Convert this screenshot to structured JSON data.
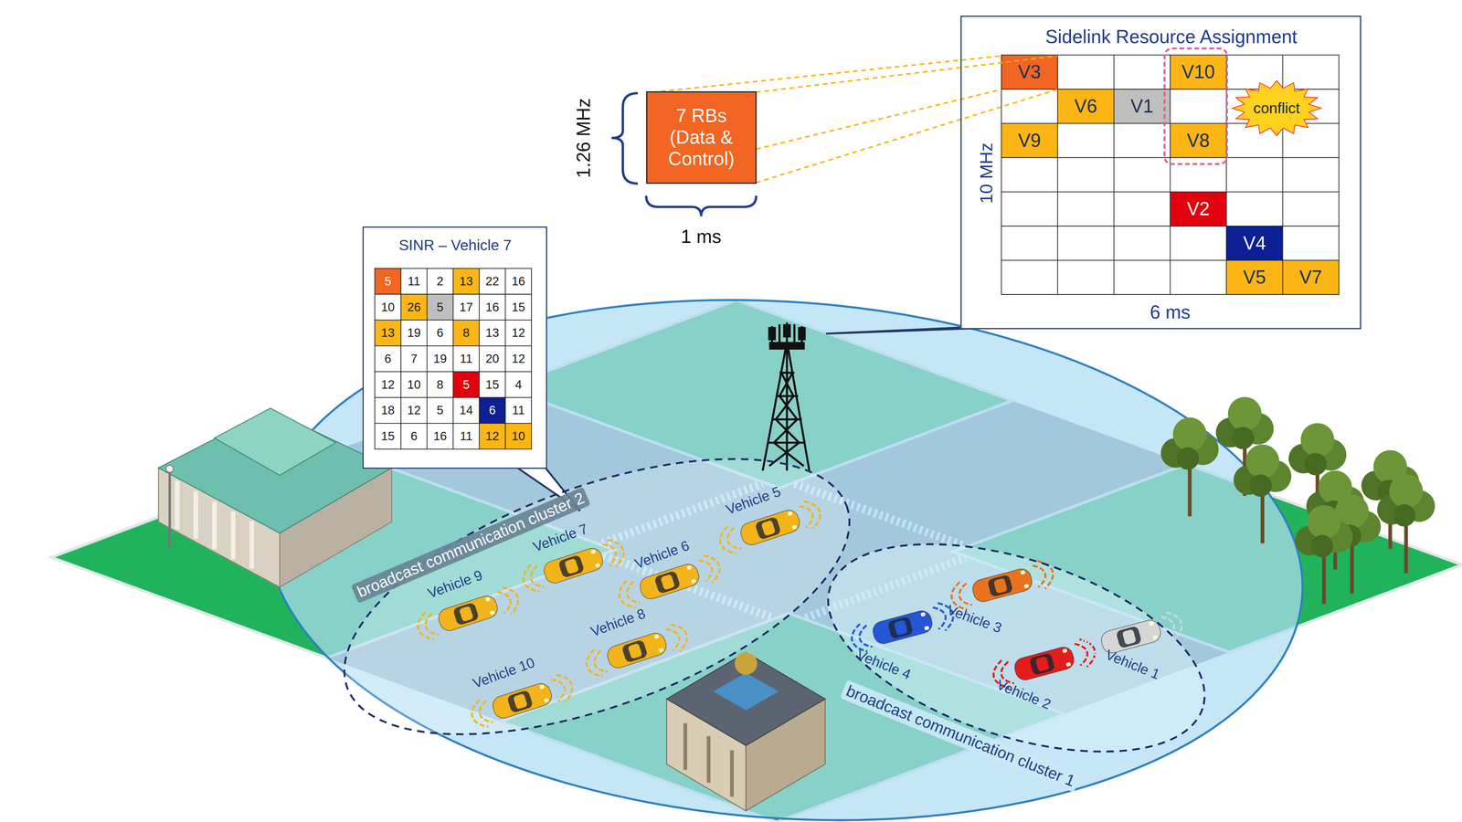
{
  "diagram": {
    "nodes": [
      {
        "text": [
          "7 RBs (Data & Control)"
        ]
      },
      {
        "text": [
          "Sidelink Resource Assignment"
        ]
      },
      {
        "text": [
          "conflict"
        ],
        "in": 1
      },
      {
        "text": [
          "SINR – Vehicle 7"
        ]
      },
      {
        "text": [
          "broadcast communication cluster 2"
        ]
      },
      {
        "text": [
          "broadcast communication cluster 1"
        ]
      }
    ],
    "labels": [
      "1.26 MHz",
      "1 ms",
      "V3",
      "V10",
      "V6",
      "V1",
      "V9",
      "V8",
      "V2",
      "V4",
      "V5",
      "V7",
      "10 MHz",
      "6 ms",
      "5",
      "11",
      "2",
      "13",
      "22",
      "16",
      "10",
      "26",
      "5",
      "17",
      "16",
      "15",
      "13",
      "19",
      "6",
      "8",
      "13",
      "12",
      "6",
      "7",
      "19",
      "11",
      "20",
      "12",
      "12",
      "10",
      "8",
      "5",
      "15",
      "4",
      "18",
      "12",
      "5",
      "14",
      "6",
      "11",
      "15",
      "6",
      "16",
      "11",
      "12",
      "10",
      "Vehicle 5",
      "Vehicle 7",
      "Vehicle 6",
      "Vehicle 9",
      "Vehicle 3",
      "Vehicle 8",
      "Vehicle 4",
      "Vehicle 1",
      "Vehicle 10",
      "Vehicle 2"
    ]
  }
}
